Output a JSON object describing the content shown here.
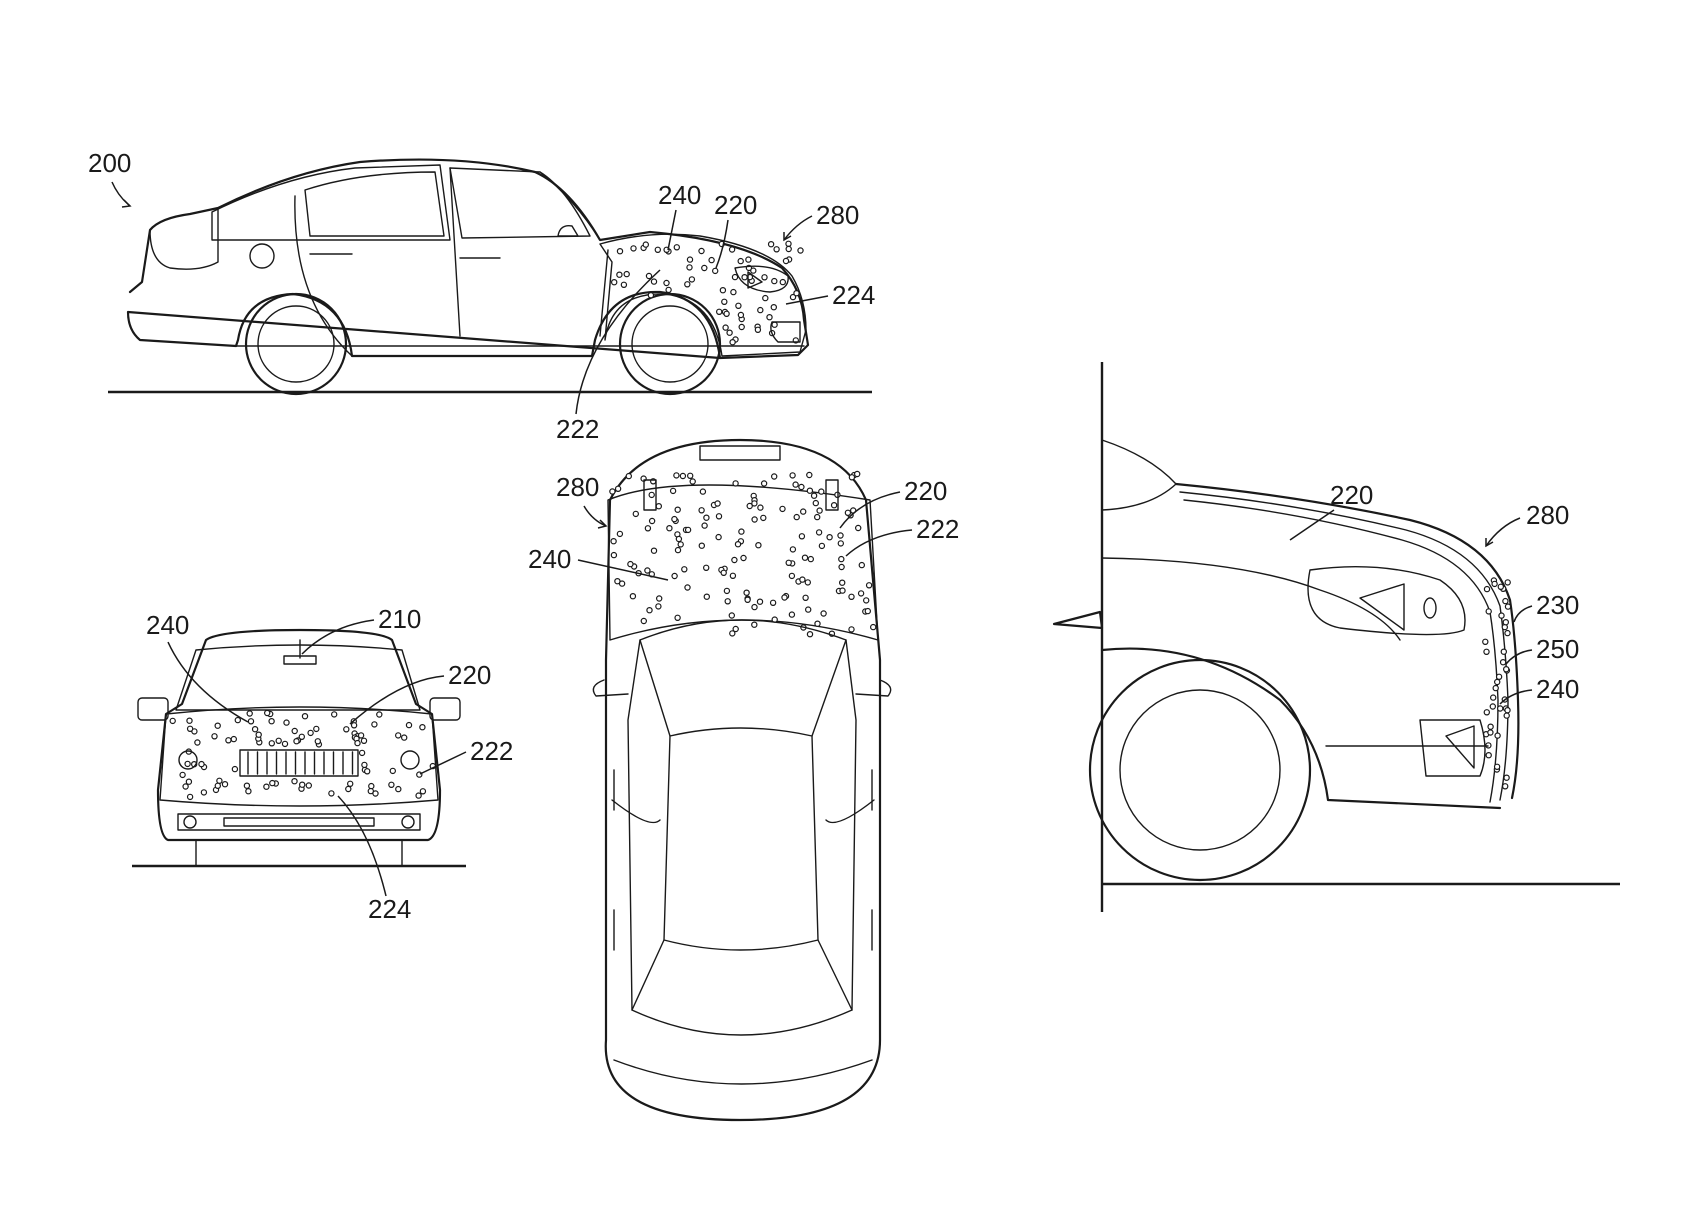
{
  "labels": {
    "side": {
      "l200": "200",
      "l240": "240",
      "l220": "220",
      "l280": "280",
      "l224": "224",
      "l222": "222"
    },
    "front": {
      "l240": "240",
      "l210": "210",
      "l220": "220",
      "l222": "222",
      "l224": "224"
    },
    "top": {
      "l280": "280",
      "l220": "220",
      "l222": "222",
      "l240": "240"
    },
    "detail": {
      "l220": "220",
      "l280": "280",
      "l230": "230",
      "l250": "250",
      "l240": "240"
    }
  },
  "colors": {
    "line": "#1a1a1a",
    "background": "#ffffff"
  }
}
